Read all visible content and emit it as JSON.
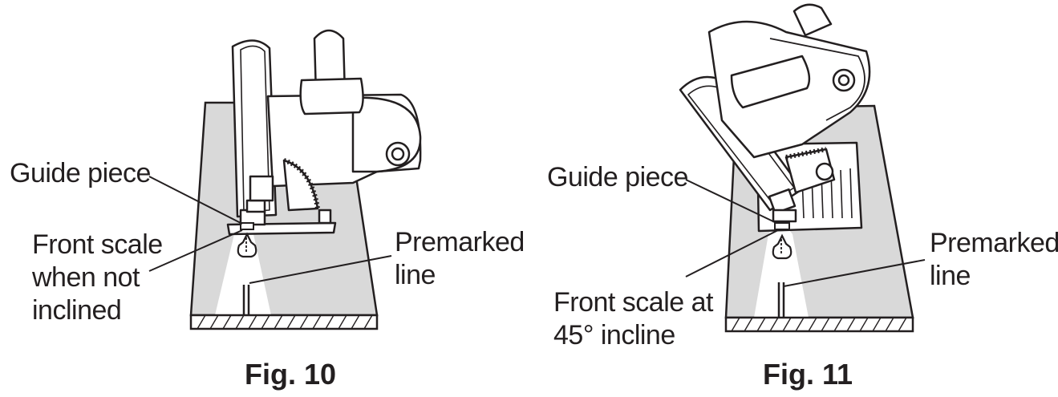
{
  "figures": [
    {
      "caption": "Fig. 10",
      "labels": {
        "guide_piece": "Guide piece",
        "front_scale": [
          "Front scale",
          "when not",
          "inclined"
        ],
        "premarked_line": [
          "Premarked",
          "line"
        ]
      }
    },
    {
      "caption": "Fig. 11",
      "labels": {
        "guide_piece": "Guide piece",
        "front_scale": [
          "Front scale at",
          "45° incline"
        ],
        "premarked_line": [
          "Premarked",
          "line"
        ]
      }
    }
  ],
  "colors": {
    "ink": "#231f20",
    "board_shade": "#d9d9d9",
    "highlight": "#ffffff"
  }
}
